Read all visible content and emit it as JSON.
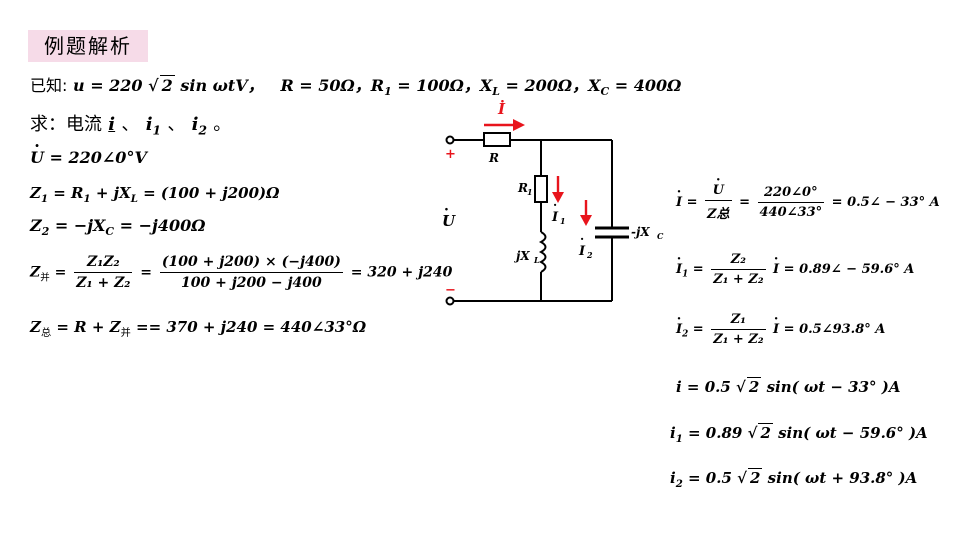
{
  "header": {
    "title": "例题解析"
  },
  "known": {
    "prefix": "已知",
    "u_expr": "u = 220",
    "sqrt_val": "2",
    "u_rest": "sin ωtV，",
    "params": "R = 50Ω，R",
    "r1_sub": "1",
    "r1_val": " = 100Ω，X",
    "xl_sub": "L",
    "xl_val": " = 200Ω，X",
    "xc_sub": "C",
    "xc_val": " = 400Ω"
  },
  "question": {
    "prefix": "求：电流",
    "i": "i",
    "sep1": "、",
    "i1": "i",
    "i1_sub": "1",
    "sep2": "、",
    "i2": "i",
    "i2_sub": "2",
    "end": "。"
  },
  "eq_u": {
    "sym": "U",
    "rest": " = 220∠0°V"
  },
  "eq_z1": {
    "lhs": "Z",
    "lhs_sub": "1",
    "rest": " = R",
    "r_sub": "1",
    "plus": " + jX",
    "x_sub": "L",
    "val": " = (100 + j200)Ω"
  },
  "eq_z2": {
    "lhs": "Z",
    "lhs_sub": "2",
    "rest": " = −jX",
    "c_sub": "C",
    "val": " = −j400Ω"
  },
  "eq_zp": {
    "lhs": "Z",
    "lhs_sub": "并",
    "eq": " = ",
    "num1": "Z₁Z₂",
    "den1": "Z₁ + Z₂",
    "eq2": " = ",
    "num2": "(100 + j200) × (−j400)",
    "den2": "100 + j200 − j400",
    "val": " = 320 + j240"
  },
  "eq_zt": {
    "lhs": "Z",
    "lhs_sub": "总",
    "rest": " = R + Z",
    "p_sub": "并",
    "val": " == 370 + j240 = 440∠33°Ω"
  },
  "right": {
    "r1": {
      "lhs": "I",
      "eq": " = ",
      "n1": "U",
      "d1": "Z总",
      "eq2": " = ",
      "n2": "220∠0°",
      "d2": "440∠33°",
      "val": " = 0.5∠ − 33° A"
    },
    "r2": {
      "lhs": "I",
      "sub": "1",
      "eq": " = ",
      "n": "Z₂",
      "d": "Z₁ + Z₂",
      "mid": "I",
      "val": " = 0.89∠ − 59.6° A"
    },
    "r3": {
      "lhs": "I",
      "sub": "2",
      "eq": " = ",
      "n": "Z₁",
      "d": "Z₁ + Z₂",
      "mid": "I",
      "val": " = 0.5∠93.8° A"
    },
    "t1": {
      "pre": "i = 0.5",
      "rad": "2",
      "post": "sin( ωt − 33° )A"
    },
    "t2": {
      "pre": "i",
      "sub": "1",
      "pre2": " = 0.89",
      "rad": "2",
      "post": "sin( ωt − 59.6° )A"
    },
    "t3": {
      "pre": "i",
      "sub": "2",
      "pre2": " = 0.5",
      "rad": "2",
      "post": "sin( ωt + 93.8° )A"
    }
  },
  "circuit": {
    "i_label": "I",
    "r_label": "R",
    "plus": "+",
    "minus": "−",
    "u_label": "U",
    "r1_label": "R",
    "r1_sub": "1",
    "i1_label": "I",
    "i1_sub": "1",
    "jxl_label": "jX",
    "jxl_sub": "L",
    "i2_label": "I",
    "i2_sub": "2",
    "xc_label": "-jX",
    "xc_sub": "C",
    "wire_color": "#000000",
    "arrow_color": "#e8141c"
  }
}
